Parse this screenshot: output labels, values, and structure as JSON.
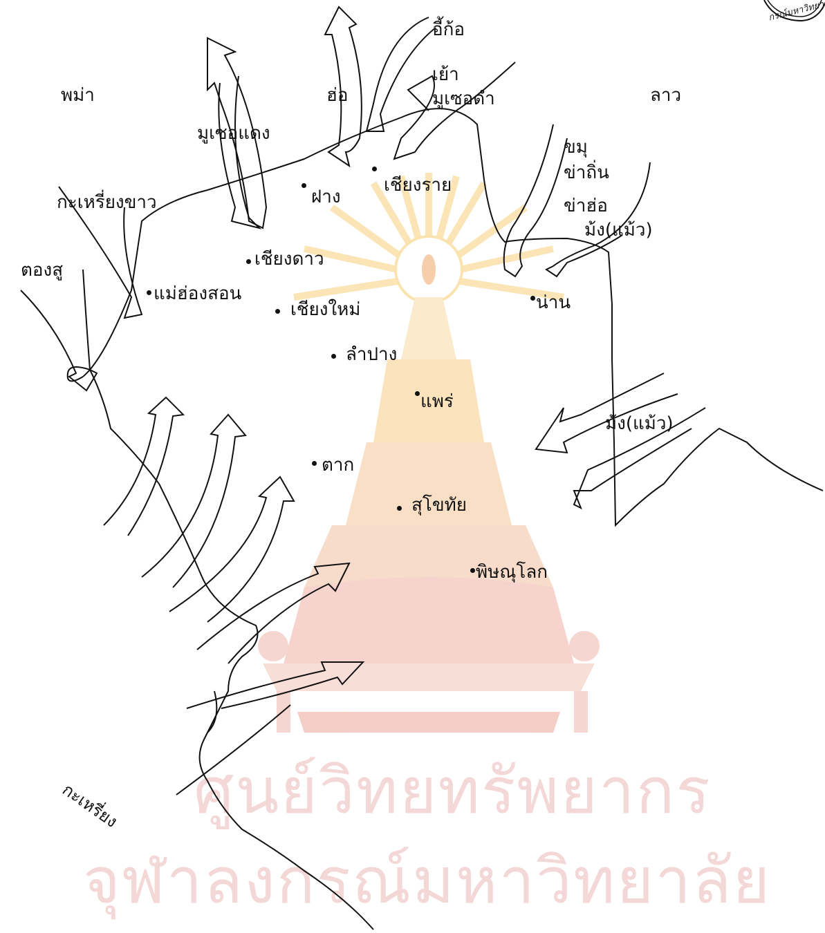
{
  "countries": {
    "burma": "พม่า",
    "laos": "ลาว"
  },
  "groups": {
    "ho": "ฮ่อ",
    "ikaw": "อี้ก้อ",
    "yao": "เย้า",
    "lahu_black": "มูเซอดำ",
    "lahu_red": "มูเซอแดง",
    "karen_white": "กะเหรี่ยงขาว",
    "tongsu": "ตองสู",
    "khmu": "ขมุ",
    "tin": "ข่าถิ่น",
    "kha_ho": "ข่าฮ่อ",
    "hmong_north": "ม้ง(แม้ว)",
    "hmong_east": "ม้ง(แม้ว)",
    "karen_south": "กะเหรี่ยง"
  },
  "cities": [
    {
      "id": "fang",
      "name": "ฝาง"
    },
    {
      "id": "chiang-rai",
      "name": "เชียงราย"
    },
    {
      "id": "chiang-dao",
      "name": "เชียงดาว"
    },
    {
      "id": "mae-hong-son",
      "name": "แม่ฮ่องสอน"
    },
    {
      "id": "chiang-mai",
      "name": "เชียงใหม่"
    },
    {
      "id": "lampang",
      "name": "ลำปาง"
    },
    {
      "id": "nan",
      "name": "น่าน"
    },
    {
      "id": "phrae",
      "name": "แพร่"
    },
    {
      "id": "tak",
      "name": "ตาก"
    },
    {
      "id": "sukhothai",
      "name": "สุโขทัย"
    },
    {
      "id": "phitsanulok",
      "name": "พิษณุโลก"
    }
  ],
  "watermark": {
    "line1": "ศูนย์วิทยทรัพยากร",
    "line2": "จุฬาลงกรณ์มหาวิทยาลัย"
  },
  "seal": {
    "text": "กรณ์มหาวิทยาลั"
  },
  "colors": {
    "ink": "#111111",
    "watermark": "#f4d7d7",
    "watermark_emblem": "#fbe9c9"
  }
}
